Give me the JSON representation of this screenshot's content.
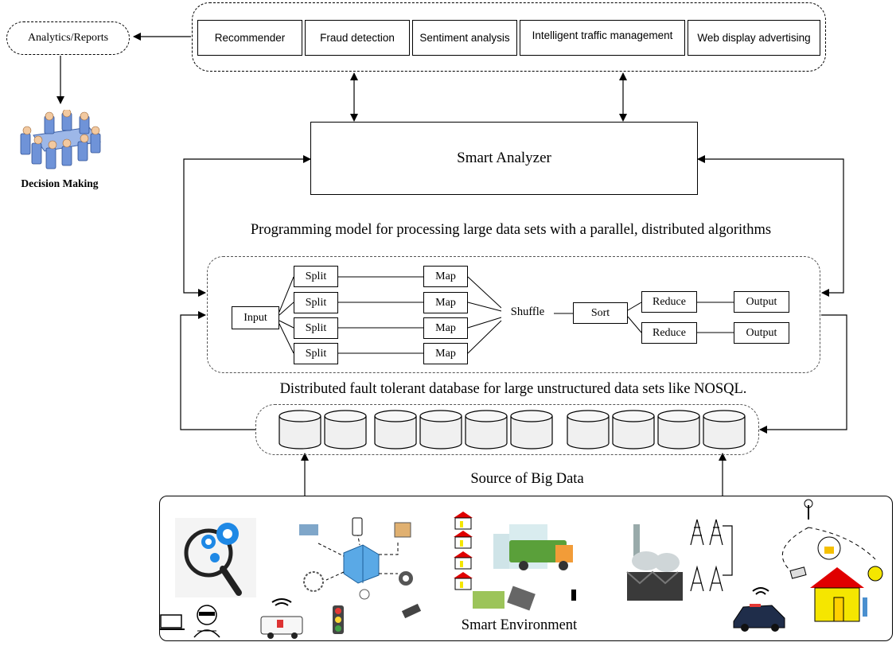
{
  "applications": [
    {
      "id": "recommender",
      "label": "Recommender"
    },
    {
      "id": "fraud",
      "label": "Fraud detection"
    },
    {
      "id": "sentiment",
      "label": "Sentiment analysis"
    },
    {
      "id": "traffic",
      "label": "Intelligent traffic management"
    },
    {
      "id": "advertising",
      "label": "Web display advertising"
    }
  ],
  "analytics_reports": "Analytics/Reports",
  "decision_making": "Decision Making",
  "smart_analyzer": "Smart Analyzer",
  "programming_model": "Programming model for processing large data sets with a parallel, distributed algorithms",
  "mapreduce": {
    "input": "Input",
    "splits": [
      "Split",
      "Split",
      "Split",
      "Split"
    ],
    "maps": [
      "Map",
      "Map",
      "Map",
      "Map"
    ],
    "shuffle": "Shuffle",
    "sort": "Sort",
    "reduces": [
      "Reduce",
      "Reduce"
    ],
    "outputs": [
      "Output",
      "Output"
    ]
  },
  "database_caption": "Distributed fault tolerant database for large unstructured  data sets like NOSQL.",
  "source_caption": "Source of Big Data",
  "smart_environment": "Smart Environment",
  "colors": {
    "house_roof": "#e00000",
    "house_wall": "#f5e600",
    "gear_blue": "#1e88e5",
    "truck_green": "#5aa03a"
  }
}
